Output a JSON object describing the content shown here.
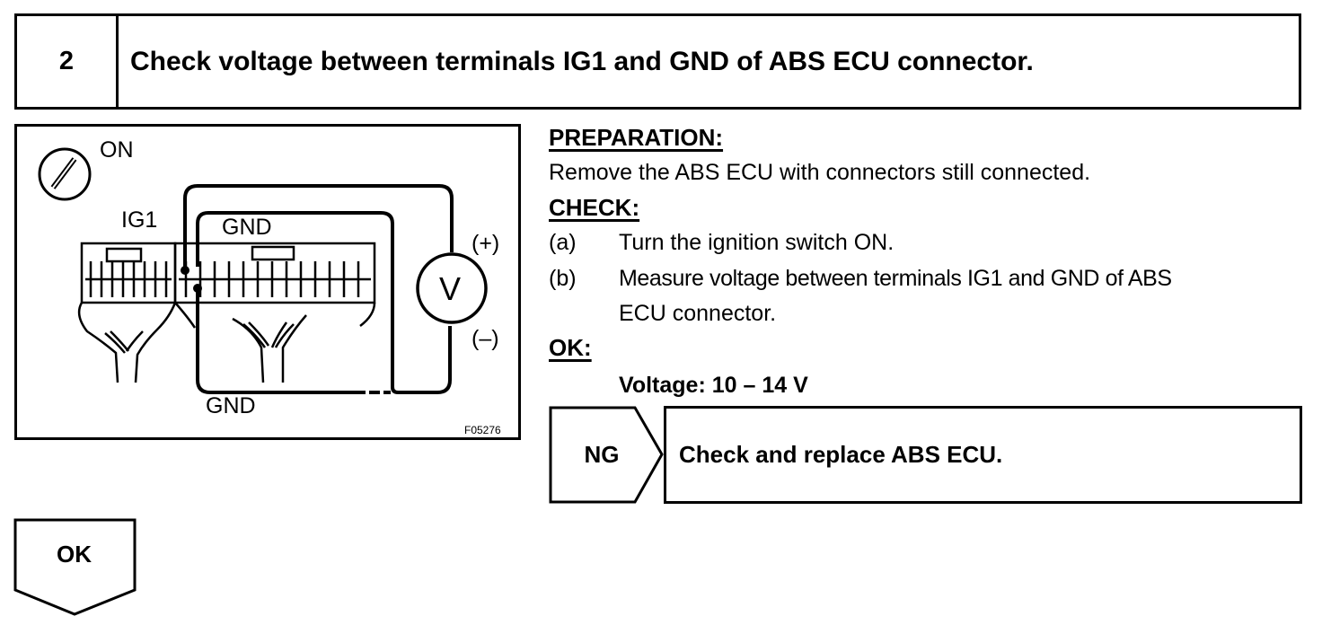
{
  "step": {
    "number": "2",
    "title": "Check voltage between terminals IG1 and GND of ABS ECU connector."
  },
  "diagram": {
    "ignition_label": "ON",
    "ig1_label": "IG1",
    "gnd_top_label": "GND",
    "gnd_bottom_label": "GND",
    "plus_label": "(+)",
    "minus_label": "(–)",
    "meter_symbol": "V",
    "figure_code": "F05276"
  },
  "instructions": {
    "preparation_heading": "PREPARATION:",
    "preparation_text": "Remove the ABS ECU with connectors still connected.",
    "check_heading": "CHECK:",
    "check_items": [
      {
        "marker": "(a)",
        "lines": [
          "Turn the ignition switch ON."
        ]
      },
      {
        "marker": "(b)",
        "lines": [
          "Measure voltage between terminals IG1 and GND of ABS",
          "ECU connector."
        ]
      }
    ],
    "ok_heading": "OK:",
    "ok_spec": "Voltage: 10 – 14 V"
  },
  "ng_branch": {
    "label": "NG",
    "action": "Check and replace ABS ECU."
  },
  "ok_branch": {
    "label": "OK"
  }
}
